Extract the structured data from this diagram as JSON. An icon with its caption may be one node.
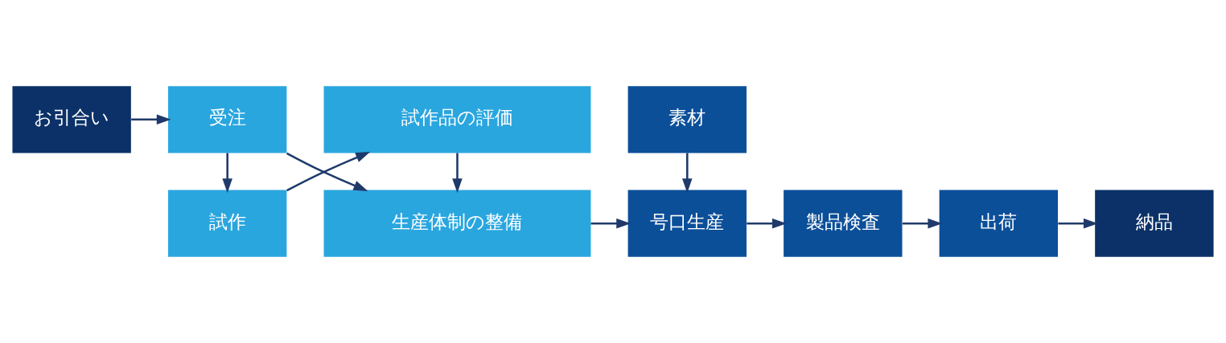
{
  "diagram": {
    "nodes": [
      {
        "text": [
          "素材"
        ]
      },
      {
        "text": [
          "お引合い"
        ]
      },
      {
        "text": [
          "受注"
        ]
      },
      {
        "text": [
          "生産体制の整備"
        ]
      },
      {
        "text": [
          "号口生産"
        ]
      },
      {
        "text": [
          "製品検査"
        ]
      },
      {
        "text": [
          "出荷"
        ]
      },
      {
        "text": [
          "納品"
        ]
      },
      {
        "text": [
          "試作"
        ]
      },
      {
        "text": [
          "試作品の評価"
        ]
      }
    ],
    "edges": [
      {
        "from": 1,
        "to": 2,
        "arrow": "to"
      },
      {
        "from": 2,
        "to": 3,
        "arrow": "to"
      },
      {
        "from": 3,
        "to": 4,
        "arrow": "to"
      },
      {
        "from": 0,
        "to": 4,
        "arrow": "to"
      },
      {
        "from": 4,
        "to": 5,
        "arrow": "to"
      },
      {
        "from": 5,
        "to": 6,
        "arrow": "to"
      },
      {
        "from": 6,
        "to": 7,
        "arrow": "to"
      },
      {
        "from": 2,
        "to": 8,
        "arrow": "to"
      },
      {
        "from": 8,
        "to": 9,
        "arrow": "to"
      },
      {
        "from": 9,
        "to": 3,
        "arrow": "to"
      }
    ]
  }
}
